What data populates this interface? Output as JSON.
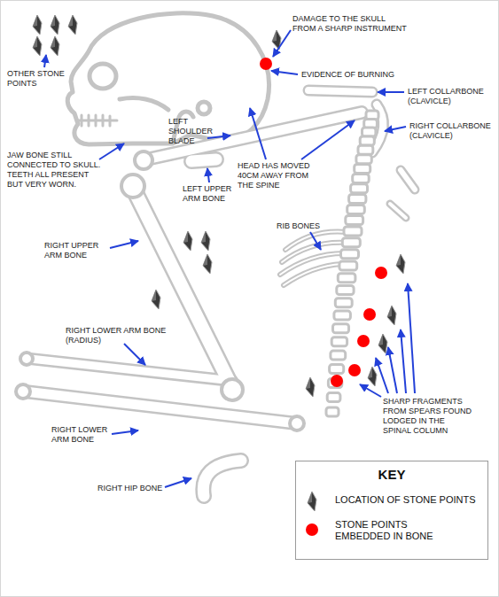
{
  "diagram": {
    "nodes": [
      {
        "text": [
          "KEY"
        ]
      }
    ],
    "labels": [
      "OTHER STONE POINTS",
      "DAMAGE TO THE SKULL FROM A SHARP INSTRUMENT",
      "EVIDENCE OF BURNING",
      "LEFT COLLARBONE (CLAVICLE)",
      "RIGHT COLLARBONE (CLAVICLE)",
      "JAW BONE STILL CONNECTED TO SKULL. TEETH ALL PRESENT BUT VERY WORN.",
      "LEFT SHOULDER BLADE",
      "HEAD HAS MOVED 40CM AWAY FROM THE SPINE",
      "LEFT UPPER ARM BONE",
      "RIGHT UPPER ARM BONE",
      "RIB BONES",
      "RIGHT LOWER ARM BONE (RADIUS)",
      "SHARP FRAGMENTS FROM SPEARS FOUND LODGED IN THE SPINAL COLUMN",
      "RIGHT LOWER ARM BONE",
      "RIGHT HIP BONE"
    ],
    "legend": [
      {
        "text": "LOCATION OF STONE POINTS"
      },
      {
        "text": "STONE POINTS EMBEDDED IN BONE",
        "color": "#ff0000"
      }
    ]
  }
}
